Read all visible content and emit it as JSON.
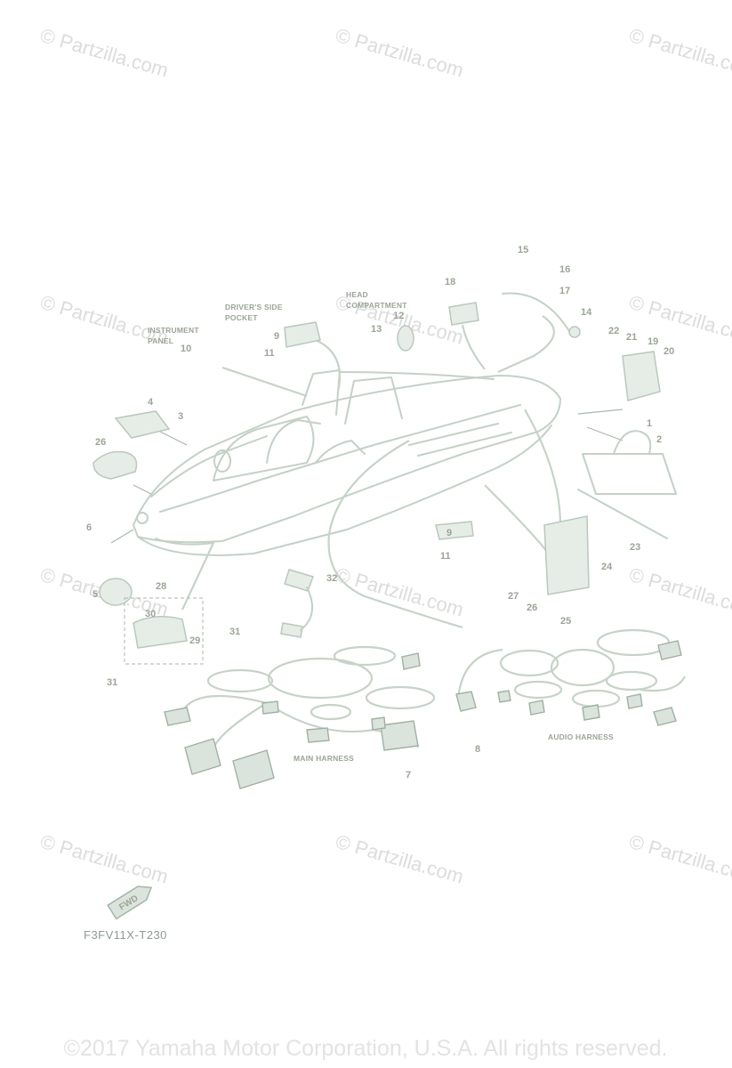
{
  "watermark": {
    "text": "© Partzilla.com"
  },
  "diagram": {
    "captions": {
      "instrument_panel": [
        "INSTRUMENT",
        "PANEL"
      ],
      "drivers_side_pocket": [
        "DRIVER'S SIDE",
        "POCKET"
      ],
      "head_compartment": [
        "HEAD",
        "COMPARTMENT"
      ],
      "main_harness": "MAIN HARNESS",
      "audio_harness": "AUDIO HARNESS"
    },
    "callouts": [
      "1",
      "2",
      "3",
      "4",
      "5",
      "6",
      "7",
      "8",
      "9",
      "9",
      "10",
      "11",
      "11",
      "12",
      "13",
      "14",
      "15",
      "16",
      "17",
      "18",
      "19",
      "20",
      "21",
      "22",
      "23",
      "24",
      "25",
      "26",
      "26",
      "27",
      "28",
      "29",
      "30",
      "31",
      "31",
      "32"
    ],
    "fwd_badge": "FWD",
    "figure_code": "F3FV11X-T230"
  },
  "footer": {
    "copyright": "©2017 Yamaha Motor Corporation, U.S.A. All rights reserved."
  }
}
